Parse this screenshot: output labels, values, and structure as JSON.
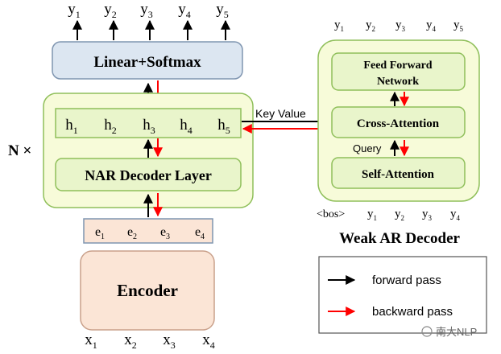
{
  "colors": {
    "box_blue": "#dce6f1",
    "box_green": "#f1f7cf",
    "panel_green": "#f7fbd9",
    "bar_green": "#e9f5cb",
    "encoder_pink": "#fbe5d6",
    "stroke_blue": "#7f95b0",
    "stroke_green": "#8fbf5a",
    "stroke_pink": "#c9a08a",
    "forward": "#000000",
    "backward": "#ff0000"
  },
  "nar": {
    "outputs": [
      {
        "v": "y",
        "s": "1"
      },
      {
        "v": "y",
        "s": "2"
      },
      {
        "v": "y",
        "s": "3"
      },
      {
        "v": "y",
        "s": "4"
      },
      {
        "v": "y",
        "s": "5"
      }
    ],
    "softmax_label": "Linear+Softmax",
    "hidden": [
      {
        "v": "h",
        "s": "1"
      },
      {
        "v": "h",
        "s": "2"
      },
      {
        "v": "h",
        "s": "3"
      },
      {
        "v": "h",
        "s": "4"
      },
      {
        "v": "h",
        "s": "5"
      }
    ],
    "decoder_label": "NAR Decoder Layer",
    "repeat_label": "N ×",
    "embeddings": [
      {
        "v": "e",
        "s": "1"
      },
      {
        "v": "e",
        "s": "2"
      },
      {
        "v": "e",
        "s": "3"
      },
      {
        "v": "e",
        "s": "4"
      }
    ],
    "encoder_label": "Encoder",
    "inputs": [
      {
        "v": "x",
        "s": "1"
      },
      {
        "v": "x",
        "s": "2"
      },
      {
        "v": "x",
        "s": "3"
      },
      {
        "v": "x",
        "s": "4"
      }
    ]
  },
  "connection": {
    "key_value_label": "Key Value"
  },
  "ar": {
    "outputs": [
      {
        "v": "y",
        "s": "1"
      },
      {
        "v": "y",
        "s": "2"
      },
      {
        "v": "y",
        "s": "3"
      },
      {
        "v": "y",
        "s": "4"
      },
      {
        "v": "y",
        "s": "5"
      }
    ],
    "ffn_label_line1": "Feed Forward",
    "ffn_label_line2": "Network",
    "cross_attention_label": "Cross-Attention",
    "query_label": "Query",
    "self_attention_label": "Self-Attention",
    "bos_label": "<bos>",
    "inputs": [
      {
        "v": "y",
        "s": "1"
      },
      {
        "v": "y",
        "s": "2"
      },
      {
        "v": "y",
        "s": "3"
      },
      {
        "v": "y",
        "s": "4"
      }
    ],
    "title": "Weak AR Decoder"
  },
  "legend": {
    "forward_label": "forward pass",
    "backward_label": "backward pass"
  },
  "watermark": {
    "text": "南大NLP"
  }
}
